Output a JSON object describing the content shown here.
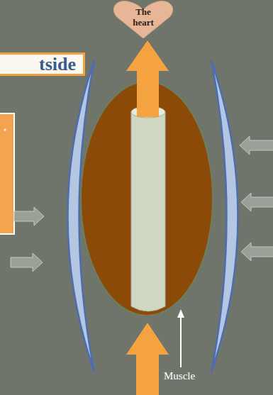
{
  "diagram": {
    "nodes": [
      {
        "text": [
          "The heart"
        ]
      },
      {
        "text": [
          "tside"
        ]
      }
    ],
    "labels": [
      "Muscle"
    ]
  }
}
